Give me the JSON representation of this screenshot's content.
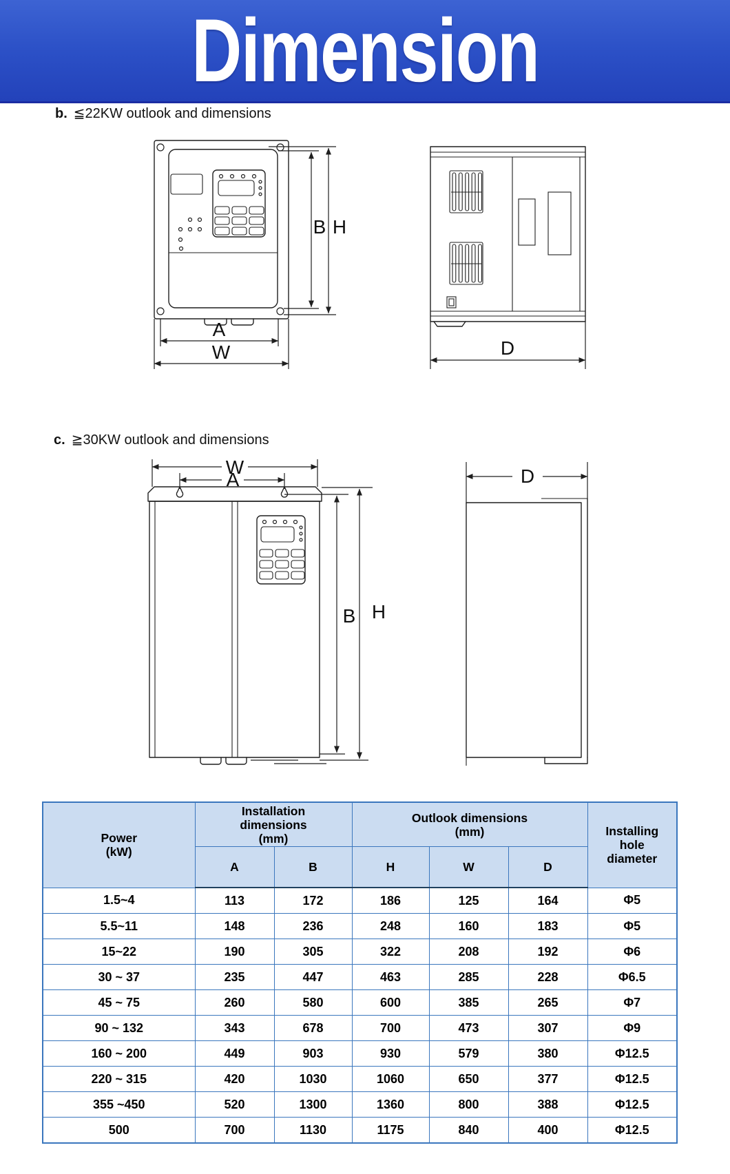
{
  "band": {
    "title": "Dimension"
  },
  "sections": {
    "b": {
      "prefix": "b.",
      "label": "≦22KW outlook and dimensions"
    },
    "c": {
      "prefix": "c.",
      "label": "≧30KW outlook and dimensions"
    }
  },
  "dim_labels": {
    "A": "A",
    "B": "B",
    "H": "H",
    "W": "W",
    "D": "D"
  },
  "table": {
    "headers": {
      "power": [
        "Power",
        "(kW)"
      ],
      "installation": [
        "Installation",
        "dimensions",
        "(mm)"
      ],
      "outlook": [
        "Outlook dimensions",
        "(mm)"
      ],
      "hole": [
        "Installing",
        "hole",
        "diameter"
      ],
      "sub": [
        "A",
        "B",
        "H",
        "W",
        "D"
      ]
    },
    "rows": [
      [
        "1.5~4",
        "113",
        "172",
        "186",
        "125",
        "164",
        "Φ5"
      ],
      [
        "5.5~11",
        "148",
        "236",
        "248",
        "160",
        "183",
        "Φ5"
      ],
      [
        "15~22",
        "190",
        "305",
        "322",
        "208",
        "192",
        "Φ6"
      ],
      [
        "30 ~ 37",
        "235",
        "447",
        "463",
        "285",
        "228",
        "Φ6.5"
      ],
      [
        "45 ~ 75",
        "260",
        "580",
        "600",
        "385",
        "265",
        "Φ7"
      ],
      [
        "90 ~ 132",
        "343",
        "678",
        "700",
        "473",
        "307",
        "Φ9"
      ],
      [
        "160 ~ 200",
        "449",
        "903",
        "930",
        "579",
        "380",
        "Φ12.5"
      ],
      [
        "220 ~ 315",
        "420",
        "1030",
        "1060",
        "650",
        "377",
        "Φ12.5"
      ],
      [
        "355 ~450",
        "520",
        "1300",
        "1360",
        "800",
        "388",
        "Φ12.5"
      ],
      [
        "500",
        "700",
        "1130",
        "1175",
        "840",
        "400",
        "Φ12.5"
      ]
    ]
  },
  "colors": {
    "band_top": "#3d63d3",
    "band_bottom": "#2342ba",
    "table_border": "#3a76bd",
    "header_bg": "#cbdcf1",
    "line": "#1f1f1f"
  }
}
